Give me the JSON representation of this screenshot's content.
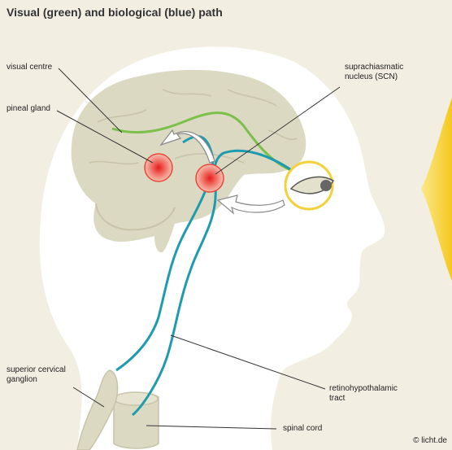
{
  "title": "Visual (green) and biological (blue) path",
  "labels": {
    "visual_centre": "visual centre",
    "pineal_gland": "pineal gland",
    "scn_line1": "suprachiasmatic",
    "scn_line2": "nucleus (SCN)",
    "scg_line1": "superior cervical",
    "scg_line2": "ganglion",
    "rht_line1": "retinohypothalamic",
    "rht_line2": "tract",
    "spinal_cord": "spinal cord"
  },
  "credit": "© licht.de",
  "colors": {
    "background": "#f3eee2",
    "head": "#ffffff",
    "brain": "#dcd9c3",
    "visual_path": "#7cbf4a",
    "biological_path": "#1f9bb0",
    "light": "#f3d13a",
    "gland": "#e01818"
  }
}
